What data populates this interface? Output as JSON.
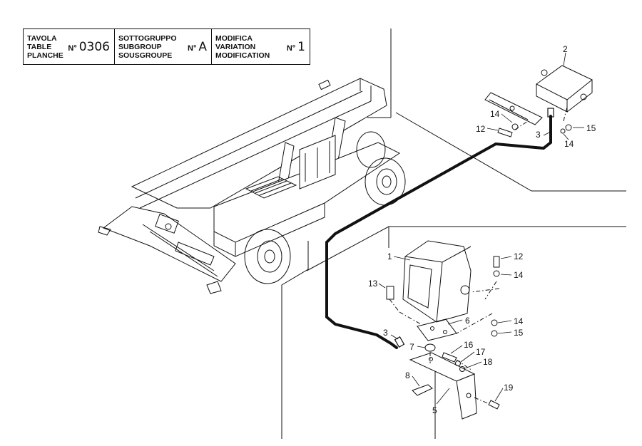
{
  "title_block": {
    "table": {
      "labels": [
        "TAVOLA",
        "TABLE",
        "PLANCHE"
      ],
      "prefix": "N°",
      "value": "0306"
    },
    "subgroup": {
      "labels": [
        "SOTTOGRUPPO",
        "SUBGROUP",
        "SOUSGROUPE"
      ],
      "prefix": "N°",
      "value": "A"
    },
    "modification": {
      "labels": [
        "MODIFICA",
        "VARIATION",
        "MODIFICATION"
      ],
      "prefix": "N°",
      "value": "1"
    }
  },
  "callouts": [
    "1",
    "2",
    "3",
    "3",
    "5",
    "6",
    "7",
    "8",
    "12",
    "12",
    "13",
    "14",
    "14",
    "14",
    "14",
    "15",
    "15",
    "16",
    "17",
    "18",
    "19"
  ]
}
